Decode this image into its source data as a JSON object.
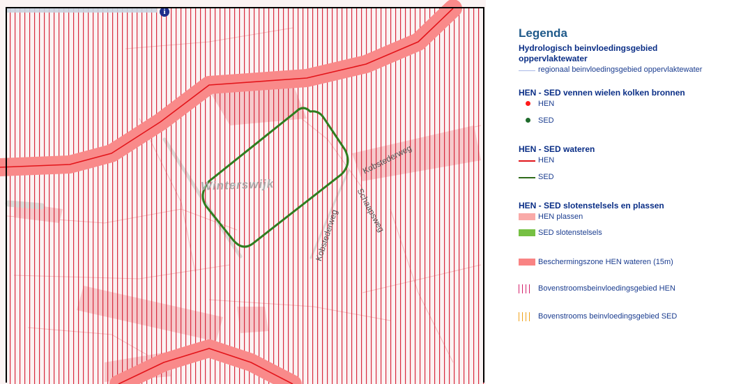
{
  "map": {
    "place_name": "Winterswijk",
    "streets": [
      {
        "id": "kobstederweg-east",
        "label": "Kobstederweg"
      },
      {
        "id": "kobstederweg-south",
        "label": "Kobstederweg"
      },
      {
        "id": "schaapsweg",
        "label": "Schaapsweg"
      }
    ],
    "info_icon": {
      "icon": "info-icon",
      "glyph": "i"
    },
    "colors": {
      "hatch": "#d82a3e",
      "buffer": "#f98a8a",
      "stream": "#e3141a",
      "sed_outline": "#2e7d1e",
      "background": "#fbf3f3"
    }
  },
  "legend": {
    "title": "Legenda",
    "groups": [
      {
        "title": "Hydrologisch beinvloedingsgebied oppervlaktewater",
        "items": [
          {
            "symbol": "thin-blue-line",
            "label": "regionaal beinvloedingsgebied oppervlaktewater"
          }
        ]
      },
      {
        "title": "HEN - SED vennen wielen kolken bronnen",
        "items": [
          {
            "symbol": "red-dot",
            "label": "HEN"
          },
          {
            "symbol": "green-dot",
            "label": "SED"
          }
        ]
      },
      {
        "title": "HEN - SED wateren",
        "items": [
          {
            "symbol": "red-line",
            "label": "HEN"
          },
          {
            "symbol": "green-line",
            "label": "SED"
          }
        ]
      },
      {
        "title": "HEN - SED slotenstelsels en plassen",
        "items": [
          {
            "symbol": "pink-fill",
            "label": "HEN plassen"
          },
          {
            "symbol": "green-fill",
            "label": "SED slotenstelsels"
          },
          {
            "symbol": "salmon-fill",
            "label": "Beschermingszone HEN wateren (15m)"
          },
          {
            "symbol": "red-hatch",
            "label": "Bovenstroomsbeinvloedingsgebied HEN"
          },
          {
            "symbol": "orange-hatch",
            "label": "Bovenstrooms beinvloedingsgebied SED"
          }
        ]
      }
    ]
  }
}
